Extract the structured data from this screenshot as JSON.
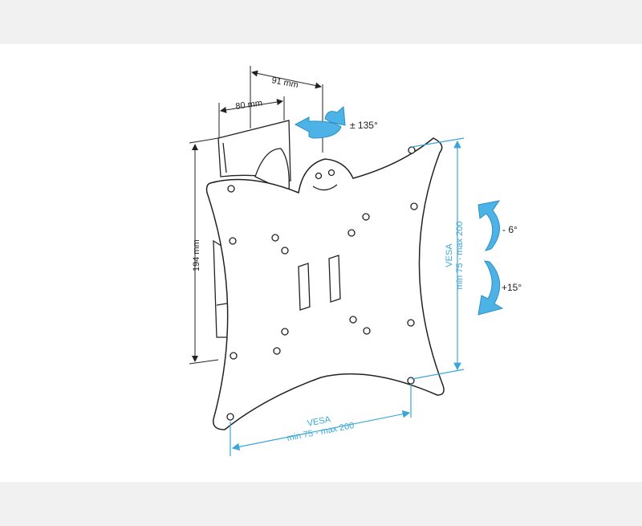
{
  "dimensions": {
    "depth_outer": "91 mm",
    "depth_inner": "80 mm",
    "height": "194 mm",
    "swivel": "± 135°",
    "tilt_up": "- 6°",
    "tilt_down": "+15°"
  },
  "vesa_vertical": {
    "title": "VESA",
    "range": "min 75 - max 200"
  },
  "vesa_horizontal": {
    "title": "VESA",
    "range": "min 75 - max 200"
  },
  "colors": {
    "accent": "#3aa6d8",
    "arrow": "#4db3e6",
    "line": "#222222"
  }
}
